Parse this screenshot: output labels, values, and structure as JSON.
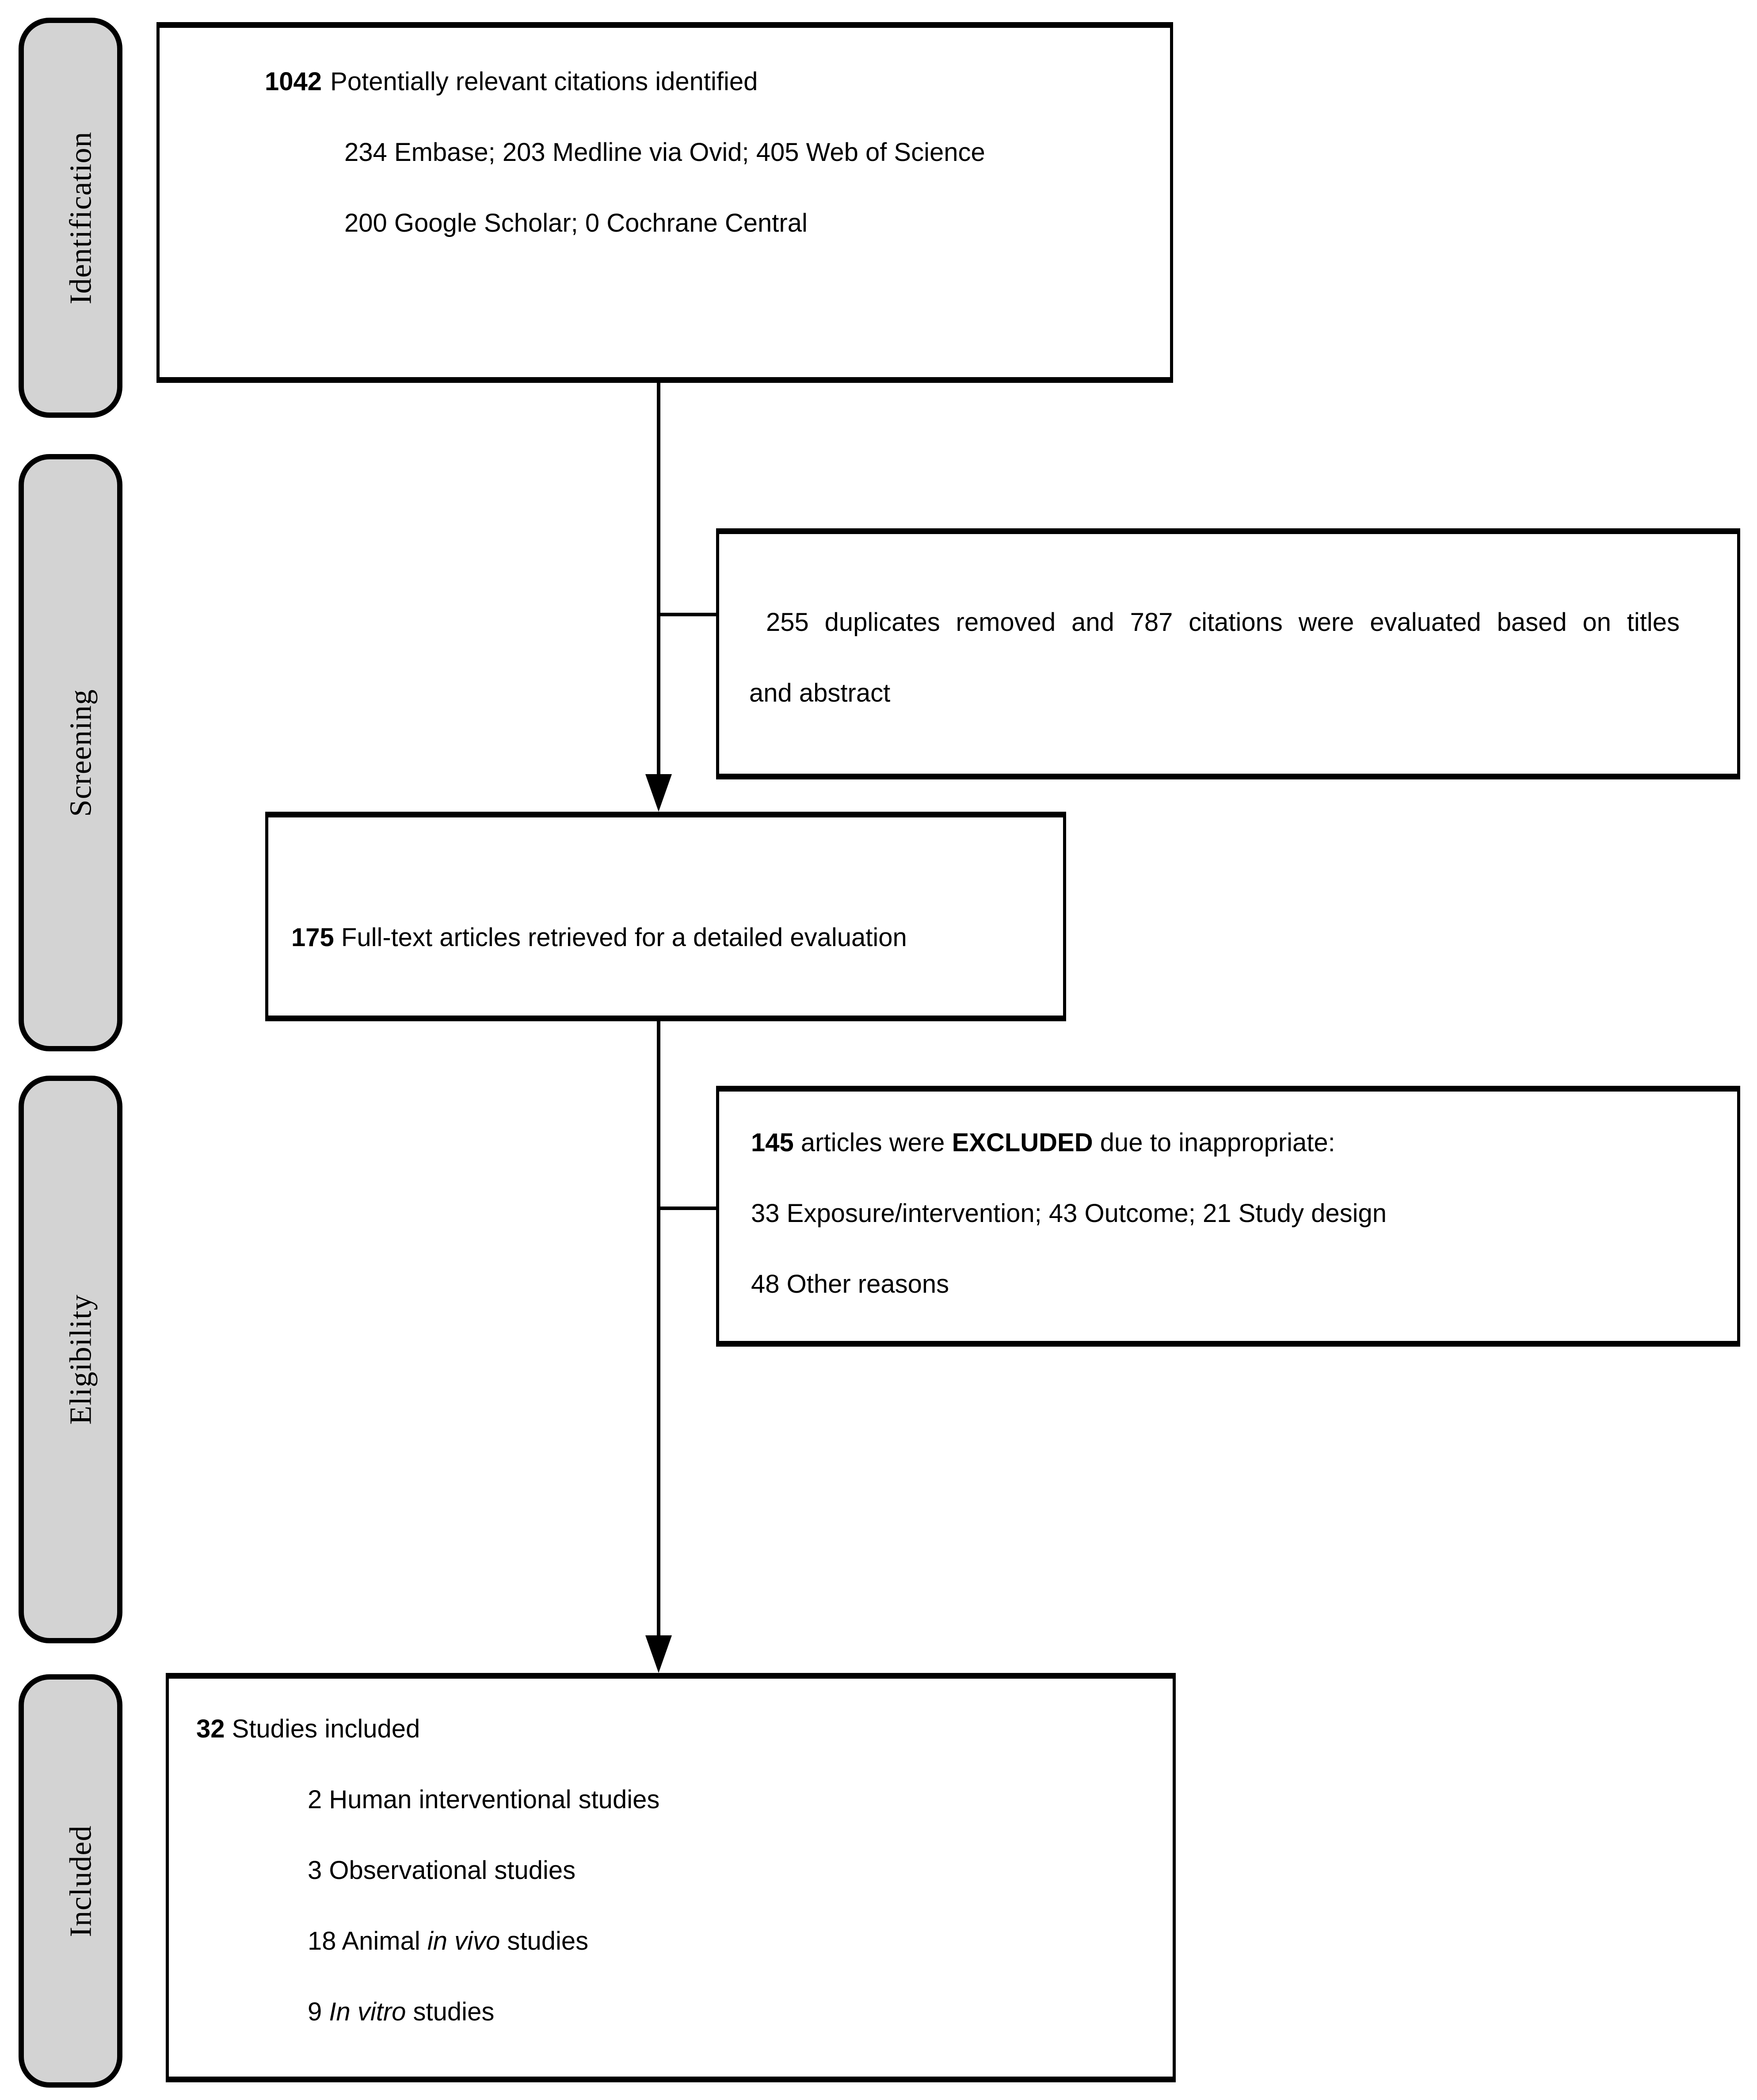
{
  "sidebar": {
    "labels": [
      "Identification",
      "Screening",
      "Eligibility",
      "Included"
    ]
  },
  "boxes": {
    "identified": {
      "count": "1042",
      "title": "Potentially relevant citations identified",
      "line2": "234 Embase; 203 Medline via Ovid; 405 Web of Science",
      "line3": "200 Google Scholar; 0 Cochrane Central"
    },
    "duplicates": {
      "line1": "255 duplicates removed and 787 citations were evaluated based on titles",
      "line2": "and abstract"
    },
    "fulltext": {
      "count": "175",
      "text": " Full-text articles retrieved for a detailed evaluation"
    },
    "excluded": {
      "count": "145",
      "text_pre": " articles were ",
      "text_bold": "EXCLUDED",
      "text_post": " due to inappropriate:",
      "line2": "33 Exposure/intervention; 43 Outcome; 21 Study design",
      "line3": "48 Other reasons"
    },
    "included": {
      "count": "32",
      "title": " Studies included",
      "items": [
        {
          "pre": "2 Human interventional studies",
          "italic": "",
          "post": ""
        },
        {
          "pre": "3 Observational studies",
          "italic": "",
          "post": ""
        },
        {
          "pre": "18 Animal ",
          "italic": "in vivo",
          "post": " studies"
        },
        {
          "pre": "9 ",
          "italic": "In vitro",
          "post": " studies"
        }
      ]
    }
  }
}
